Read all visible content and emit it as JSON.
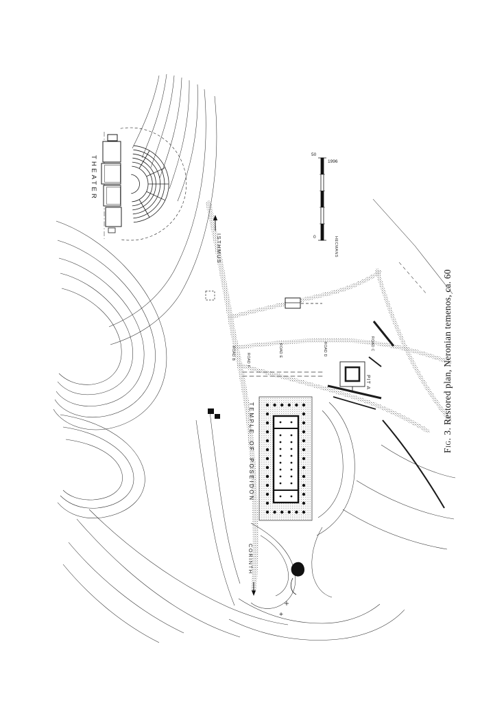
{
  "figure": {
    "caption_prefix": "Fig. 3.",
    "caption_rest": " Restored plan, Neronian temenos, ca. 60"
  },
  "plan": {
    "theater_label": "THEATER",
    "isthmus_label": "ISTHMUS",
    "corinth_label": "CORINTH",
    "temple_label": "TEMPLE OF POSEIDON",
    "pit_label": "PIT A",
    "roads": [
      "ROAD B",
      "ROAD F",
      "ROAD E",
      "ROAD D",
      "ROAD C"
    ],
    "scale": {
      "max": "50",
      "min": "0",
      "year": "1996",
      "credit": "HECMANS"
    }
  },
  "colors": {
    "ink": "#1c1c1c",
    "paper": "#ffffff"
  }
}
